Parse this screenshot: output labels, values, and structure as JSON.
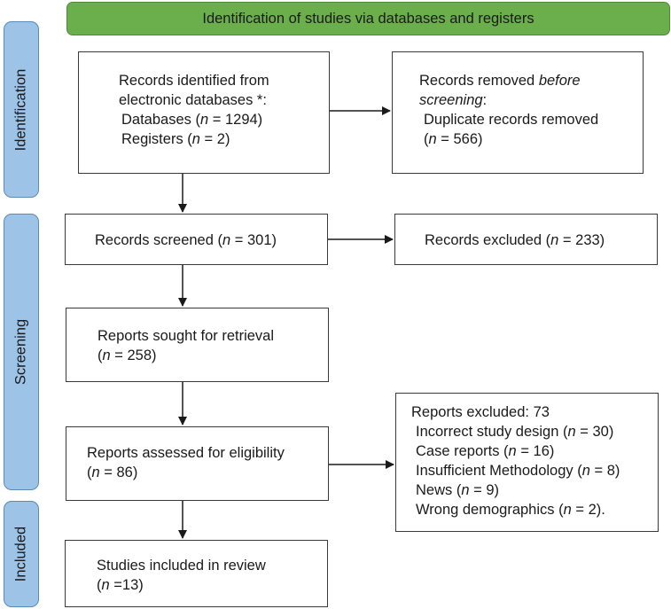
{
  "header": {
    "title": "Identification of studies via databases and registers"
  },
  "phases": {
    "identification": "Identification",
    "screening": "Screening",
    "included": "Included"
  },
  "boxes": {
    "records_identified": {
      "line1": "Records identified from",
      "line2": "electronic databases *:",
      "line3_pre": "Databases (",
      "line3_n": "n",
      "line3_post": " = 1294)",
      "line4_pre": "Registers (",
      "line4_n": "n",
      "line4_post": " = 2)"
    },
    "records_removed": {
      "line1_pre": "Records removed ",
      "line1_em": "before",
      "line2_em": "screening",
      "line2_post": ":",
      "line3": "Duplicate records removed",
      "line4_pre": "(",
      "line4_n": "n",
      "line4_post": " = 566)"
    },
    "records_screened": {
      "pre": "Records screened (",
      "n": "n",
      "post": " = 301)"
    },
    "records_excluded": {
      "pre": "Records excluded (",
      "n": "n",
      "post": " = 233)"
    },
    "reports_sought": {
      "line1": "Reports sought for retrieval",
      "line2_pre": "(",
      "line2_n": "n",
      "line2_post": " = 258)"
    },
    "reports_assessed": {
      "line1": "Reports assessed for eligibility",
      "line2_pre": "(",
      "line2_n": "n",
      "line2_post": " = 86)"
    },
    "reports_excluded": {
      "title": "Reports excluded: 73",
      "items": [
        {
          "pre": "Incorrect study design (",
          "n": "n",
          "post": " = 30)"
        },
        {
          "pre": "Case reports (",
          "n": "n",
          "post": " = 16)"
        },
        {
          "pre": "Insufficient Methodology (",
          "n": "n",
          "post": " = 8)"
        },
        {
          "pre": "News (",
          "n": "n",
          "post": " = 9)"
        },
        {
          "pre": "Wrong demographics (",
          "n": "n",
          "post": " = 2)."
        }
      ]
    },
    "studies_included": {
      "line1": "Studies included in review",
      "line2_pre": "(",
      "line2_n": "n",
      "line2_post": " =13)"
    }
  }
}
